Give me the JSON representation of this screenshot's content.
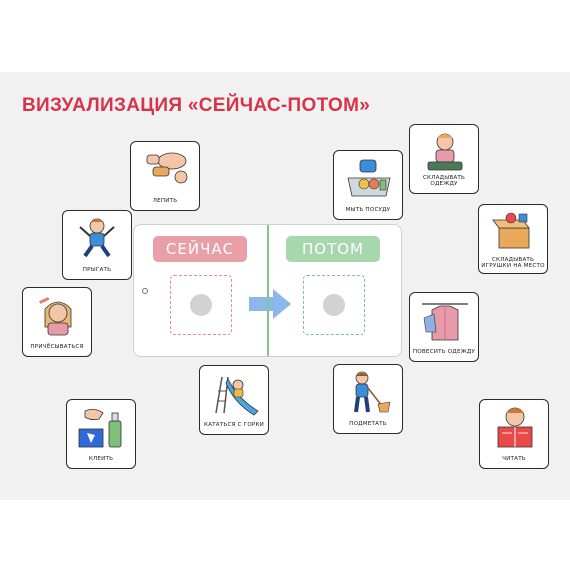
{
  "title": "ВИЗУАЛИЗАЦИЯ «СЕЙЧАС-ПОТОМ»",
  "board": {
    "now_label": "СЕЙЧАС",
    "then_label": "ПОТОМ"
  },
  "cards": {
    "lepit": "ЛЕПИТЬ",
    "prygat": "ПРЫГАТЬ",
    "prichesyvatsya": "ПРИЧЁСЫВАТЬСЯ",
    "kleit": "КЛЕИТЬ",
    "katatsya": "КАТАТЬСЯ С ГОРКИ",
    "myt_posudu": "МЫТЬ ПОСУДУ",
    "skladyvat_odezhdu": "СКЛАДЫВАТЬ ОДЕЖДУ",
    "skladyvat_igrushki": "СКЛАДЫВАТЬ ИГРУШКИ НА МЕСТО",
    "povesit_odezhdu": "ПОВЕСИТЬ ОДЕЖДУ",
    "podmetat": "ПОДМЕТАТЬ",
    "chitat": "ЧИТАТЬ"
  },
  "colors": {
    "title": "#d8334a",
    "now": "#e99fa7",
    "then": "#a7d7ad",
    "arrow": "#8ab8e8"
  }
}
